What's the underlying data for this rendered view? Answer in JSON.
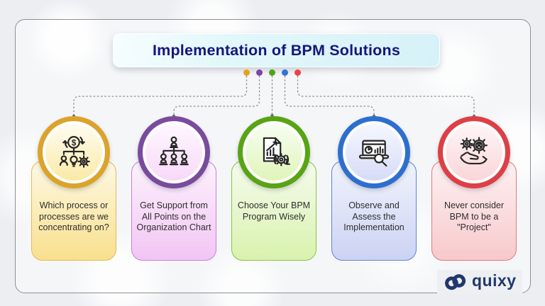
{
  "title": {
    "text": "Implementation of BPM Solutions",
    "text_color": "#15157E"
  },
  "connector": {
    "line_color": "#8f8f8f",
    "node_color": "#6f6f6f"
  },
  "steps": [
    {
      "label": "Which process or processes are we concentrating on?",
      "icon": "money-process-tree-icon",
      "dot_color": "#E6A317",
      "ring_color": "#DCA32B",
      "card_border": "#E3B954",
      "card_bg_top": "#FDF8E4",
      "card_bg_bottom": "#F9E08D",
      "inner_top": "#FEFCF0",
      "inner_bottom": "#FAEAA6"
    },
    {
      "label": "Get Support from All Points on the Organization Chart",
      "icon": "organization-chart-icon",
      "dot_color": "#7D44A8",
      "ring_color": "#7A4B9D",
      "card_border": "#C77FD6",
      "card_bg_top": "#FCF2FC",
      "card_bg_bottom": "#F2C5F4",
      "inner_top": "#FEF7FE",
      "inner_bottom": "#F8D9F8"
    },
    {
      "label": "Choose Your BPM Program Wisely",
      "icon": "report-gear-icon",
      "dot_color": "#4FA515",
      "ring_color": "#58A414",
      "card_border": "#86C443",
      "card_bg_top": "#F5FBEE",
      "card_bg_bottom": "#D9F2AE",
      "inner_top": "#F8FDF2",
      "inner_bottom": "#DFF5B8"
    },
    {
      "label": "Observe and Assess the Implementation",
      "icon": "dashboard-magnifier-icon",
      "dot_color": "#2F74D8",
      "ring_color": "#2D6FCF",
      "card_border": "#5C83D8",
      "card_bg_top": "#F1F3FC",
      "card_bg_bottom": "#CCD3F3",
      "inner_top": "#F6F7FE",
      "inner_bottom": "#D6DCF7"
    },
    {
      "label": "Never consider BPM to be a \"Project\"",
      "icon": "hand-gears-icon",
      "dot_color": "#E8434A",
      "ring_color": "#DC4046",
      "card_border": "#E1787E",
      "card_bg_top": "#FDF1F2",
      "card_bg_bottom": "#F8C9CC",
      "inner_top": "#FEF5F6",
      "inner_bottom": "#FAD6D9"
    }
  ],
  "logo": {
    "text": "quixy",
    "color": "#20386B"
  }
}
